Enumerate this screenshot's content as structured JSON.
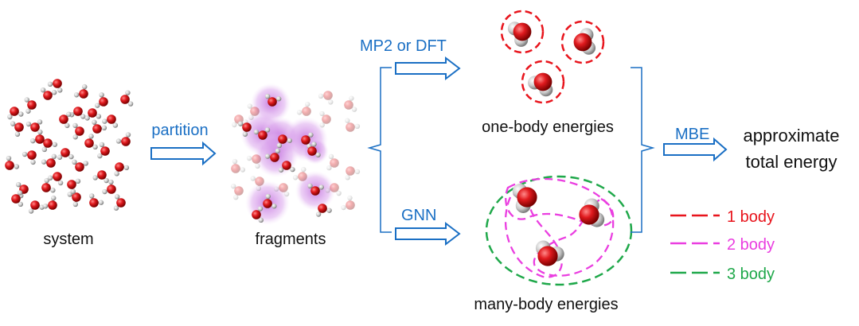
{
  "labels": {
    "system": "system",
    "fragments": "fragments",
    "partition": "partition",
    "mp2_dft": "MP2 or DFT",
    "gnn": "GNN",
    "one_body": "one-body energies",
    "many_body": "many-body energies",
    "mbe": "MBE",
    "approx_line1": "approximate",
    "approx_line2": "total energy"
  },
  "legend": [
    {
      "label": "1 body",
      "color": "#e8141c"
    },
    {
      "label": "2 body",
      "color": "#ea3ee0"
    },
    {
      "label": "3 body",
      "color": "#1fa84a"
    }
  ],
  "colors": {
    "arrow_blue": "#1a6fc4",
    "oxygen": "#d8141a",
    "hydrogen": "#c9c9c9",
    "fragment_glow": "#c77be0"
  }
}
